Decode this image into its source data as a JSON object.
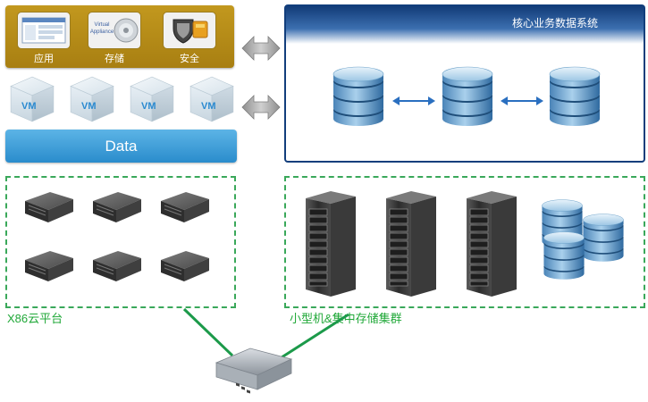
{
  "apps": [
    {
      "label": "应用",
      "icon": "application-window-icon"
    },
    {
      "label": "存储",
      "icon": "virtual-appliance-disc-icon"
    },
    {
      "label": "安全",
      "icon": "security-shield-icon"
    }
  ],
  "storage_thumb_text": [
    "Virtual",
    "Appliance"
  ],
  "vm_label": "VM",
  "data_bar_label": "Data",
  "core_system_title": "核心业务数据系统",
  "x86_cloud_label": "X86云平台",
  "minicomputer_label": "小型机&集中存储集群",
  "colors": {
    "app_panel": "#b38b1a",
    "data_bar": "#3a9ad8",
    "core_border": "#123e7c",
    "dashed_border": "#3aa85a",
    "label_green": "#20a838",
    "link_green": "#1c9a4a"
  }
}
